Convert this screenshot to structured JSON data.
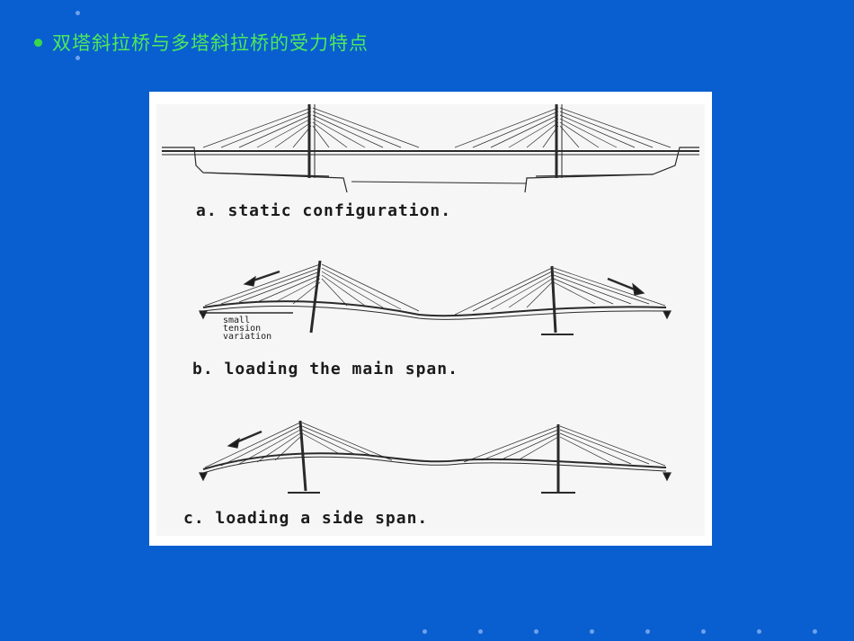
{
  "slide": {
    "title": "双塔斜拉桥与多塔斜拉桥的受力特点"
  },
  "figure": {
    "caption_a": "a. static configuration.",
    "caption_b": "b. loading the main span.",
    "caption_c": "c. loading a side span.",
    "small_label_lines": [
      "small",
      "tension",
      "variation"
    ],
    "colors": {
      "background": "#0a5fd0",
      "title": "#4dea5a",
      "bullet": "#39d84a",
      "figure_bg": "#ffffff",
      "ink": "#1b1b1b"
    }
  }
}
